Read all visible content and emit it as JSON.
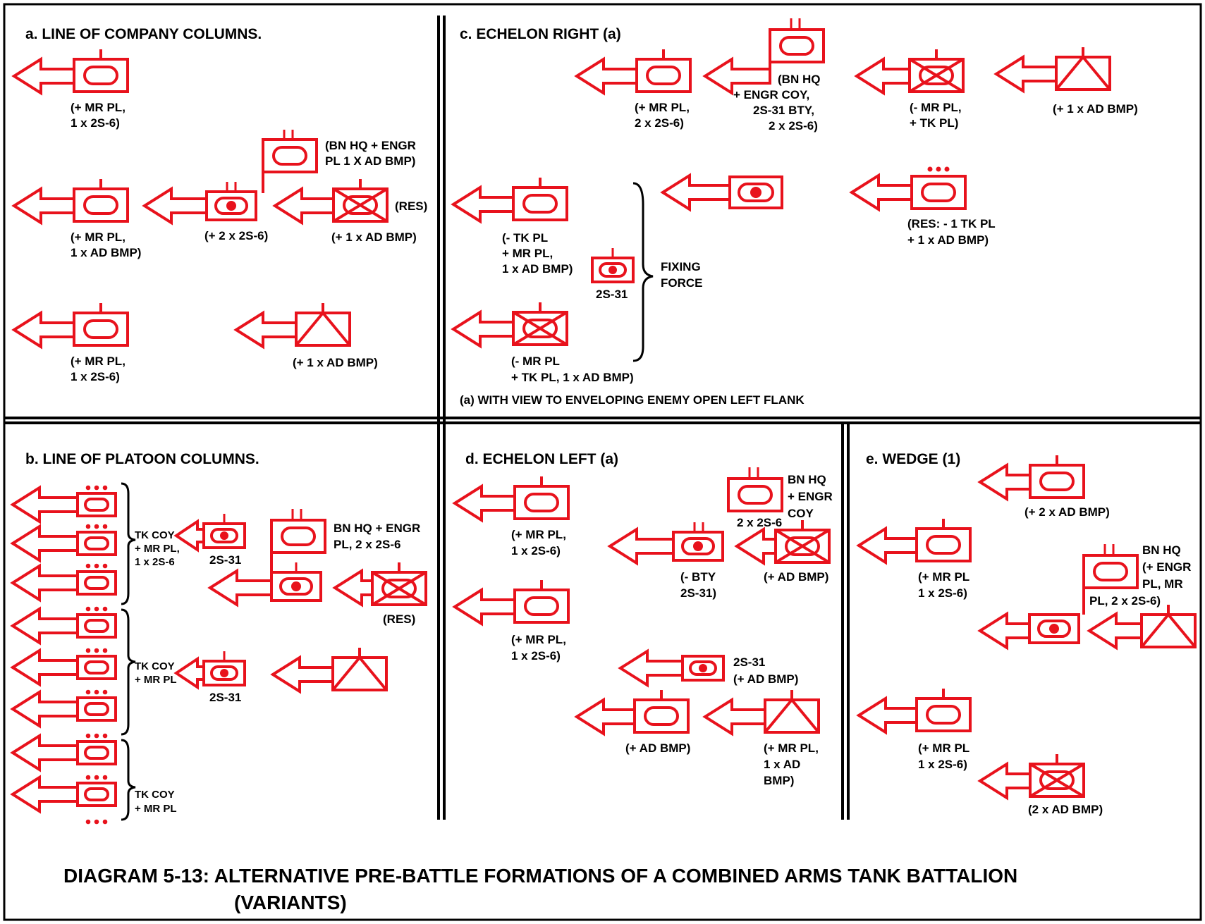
{
  "caption": {
    "line1": "DIAGRAM 5-13:  ALTERNATIVE PRE-BATTLE FORMATIONS OF A COMBINED ARMS TANK BATTALION",
    "line2": "(VARIANTS)"
  },
  "colors": {
    "symbol": "#e8121c",
    "text": "#000000",
    "lines": "#000000"
  },
  "panels": {
    "a": {
      "title": "a.  LINE OF COMPANY COLUMNS.",
      "labels": {
        "l1a": "(+ MR PL,",
        "l1b": "1 x 2S-6)",
        "hq_a": "(BN HQ + ENGR",
        "hq_b": "PL 1 X AD BMP)",
        "res": "(RES)",
        "l2a": "(+ MR PL,",
        "l2b": "1 x AD BMP)",
        "l2c": "(+ 2 x 2S-6)",
        "l2d": "(+ 1 x AD BMP)",
        "l3a": "(+ MR PL,",
        "l3b": "1 x 2S-6)",
        "l3c": "(+ 1 x AD BMP)"
      }
    },
    "b": {
      "title": "b.  LINE OF PLATOON COLUMNS.",
      "labels": {
        "tk1a": "TK COY",
        "tk1b": "+ MR PL,",
        "tk1c": "1 x 2S-6",
        "tk2a": "TK COY",
        "tk2b": "+ MR PL",
        "tk3a": "TK COY",
        "tk3b": "+ MR PL",
        "art1": "2S-31",
        "art2": "2S-31",
        "hq_a": "BN HQ + ENGR",
        "hq_b": "PL, 2 x 2S-6",
        "res": "(RES)"
      }
    },
    "c": {
      "title": "c.   ECHELON RIGHT (a)",
      "note": "(a)  WITH VIEW TO ENVELOPING ENEMY OPEN LEFT FLANK",
      "labels": {
        "u1a": "(+ MR PL,",
        "u1b": "2 x 2S-6)",
        "hq_a": "(BN HQ",
        "hq_b": "+ ENGR COY,",
        "hq_c": "2S-31 BTY,",
        "hq_d": "2 x 2S-6)",
        "u3a": "(- MR PL,",
        "u3b": "+ TK PL)",
        "u4": "(+ 1 x AD BMP)",
        "f1a": "(- TK PL",
        "f1b": "+ MR PL,",
        "f1c": "1 x AD BMP)",
        "art": "2S-31",
        "fix_a": "FIXING",
        "fix_b": "FORCE",
        "f2a": "(- MR PL",
        "f2b": "+ TK PL, 1 x AD BMP)",
        "res_a": "(RES: - 1 TK PL",
        "res_b": "+ 1 x AD BMP)"
      }
    },
    "d": {
      "title": "d.   ECHELON LEFT (a)",
      "labels": {
        "u1a": "(+ MR PL,",
        "u1b": "1 x 2S-6)",
        "u2a": "(+ MR PL,",
        "u2b": "1 x 2S-6)",
        "hq_a": "BN HQ",
        "hq_b": "+ ENGR",
        "hq_c": "COY",
        "hq_d": "2 x 2S-6",
        "bty_a": "(- BTY",
        "bty_b": "2S-31)",
        "ad": "(+ AD BMP)",
        "art_a": "2S-31",
        "art_b": "(+ AD BMP)",
        "u5": "(+ AD BMP)",
        "u6a": "(+ MR PL,",
        "u6b": "1 x AD",
        "u6c": "BMP)"
      }
    },
    "e": {
      "title": "e.   WEDGE (1)",
      "labels": {
        "u1": "(+ 2 x AD BMP)",
        "u2a": "(+ MR PL",
        "u2b": "1 x 2S-6)",
        "hq_a": "BN HQ",
        "hq_b": "(+ ENGR",
        "hq_c": "PL, MR",
        "hq_d": "PL, 2 x 2S-6)",
        "u3a": "(+ MR PL",
        "u3b": "1 x 2S-6)",
        "u4": "(2 x AD BMP)"
      }
    }
  }
}
